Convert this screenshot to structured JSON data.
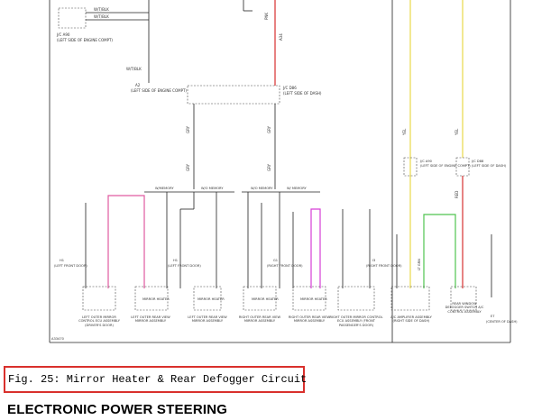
{
  "diagram": {
    "top_left_connector": {
      "pin_a": "W/T/BLK",
      "pin_b": "W/T/BLK",
      "id": "J/C A90",
      "desc": "(LEFT SIDE OF ENGINE COMPT)"
    },
    "ground_a2": {
      "wire": "W/T/BLK",
      "id": "A2",
      "desc": "(LEFT SIDE OF ENGINE COMPT)"
    },
    "jc_d86": {
      "id": "J/C D86",
      "desc": "(LEFT SIDE OF DASH)"
    },
    "wire_pnk": "PNK",
    "fuse_a34": "A34",
    "gry_labels": [
      "GRY",
      "GRY",
      "GRY",
      "GRY"
    ],
    "group_labels": [
      "W/MEMORY",
      "W/O MEMORY",
      "W/O MEMORY",
      "W/ MEMORY"
    ],
    "components": [
      {
        "id": "left-outer-mirror-control",
        "label": "LEFT OUTER MIRROR CONTROL ECU ASSEMBLY (DRIVER'S DOOR)"
      },
      {
        "id": "left-outer-rear-view-mirror-1",
        "label": "LEFT OUTER REAR VIEW MIRROR ASSEMBLY"
      },
      {
        "id": "left-outer-rear-view-mirror-2",
        "label": "LEFT OUTER REAR VIEW MIRROR ASSEMBLY"
      },
      {
        "id": "right-outer-rear-view-mirror-1",
        "label": "RIGHT OUTER REAR VIEW MIRROR ASSEMBLY"
      },
      {
        "id": "right-outer-rear-view-mirror-2",
        "label": "RIGHT OUTER REAR VIEW MIRROR ASSEMBLY"
      },
      {
        "id": "right-outer-mirror-control",
        "label": "RIGHT OUTER MIRROR CONTROL ECU ASSEMBLY (FRONT PASSENGER'S DOOR)"
      },
      {
        "id": "ac-amplifier",
        "label": "A/C AMPLIFIER ASSEMBLY (RIGHT SIDE OF DASH)"
      },
      {
        "id": "rear-window-defogger-switch",
        "label": "REAR WINDOW DEFOGGER SWITCH A/C CONTROL ASSEMBLY"
      }
    ],
    "mirror_heater_label": "MIRROR HEATER",
    "grounds": [
      {
        "id": "H1",
        "desc": "(LEFT FRONT DOOR)"
      },
      {
        "id": "H1",
        "desc": "(LEFT FRONT DOOR)"
      },
      {
        "id": "G1",
        "desc": "(RIGHT FRONT DOOR)"
      },
      {
        "id": "I3",
        "desc": "(RIGHT FRONT DOOR)"
      },
      {
        "id": "E7",
        "desc": "(CENTER OF DASH)"
      }
    ],
    "right_top": [
      {
        "id": "J/C A90",
        "desc": "(LEFT SIDE OF ENGINE COMPT)"
      },
      {
        "id": "J/C D88",
        "desc": "(LEFT SIDE OF DASH)"
      }
    ],
    "wire_yel": "YEL",
    "wire_red": "RED",
    "wire_lt_grn": "LT GRN",
    "footer_code": "A33470"
  },
  "caption": "Fig. 25: Mirror Heater & Rear Defogger Circuit",
  "section_title": "ELECTRONIC POWER STEERING",
  "colors": {
    "pink_wire": "#e05aa0",
    "magenta_wire": "#d63fd6",
    "yellow_wire": "#e8d84a",
    "green_wire": "#4fc44f",
    "red_wire": "#d73030",
    "caption_border": "#d9302c"
  }
}
